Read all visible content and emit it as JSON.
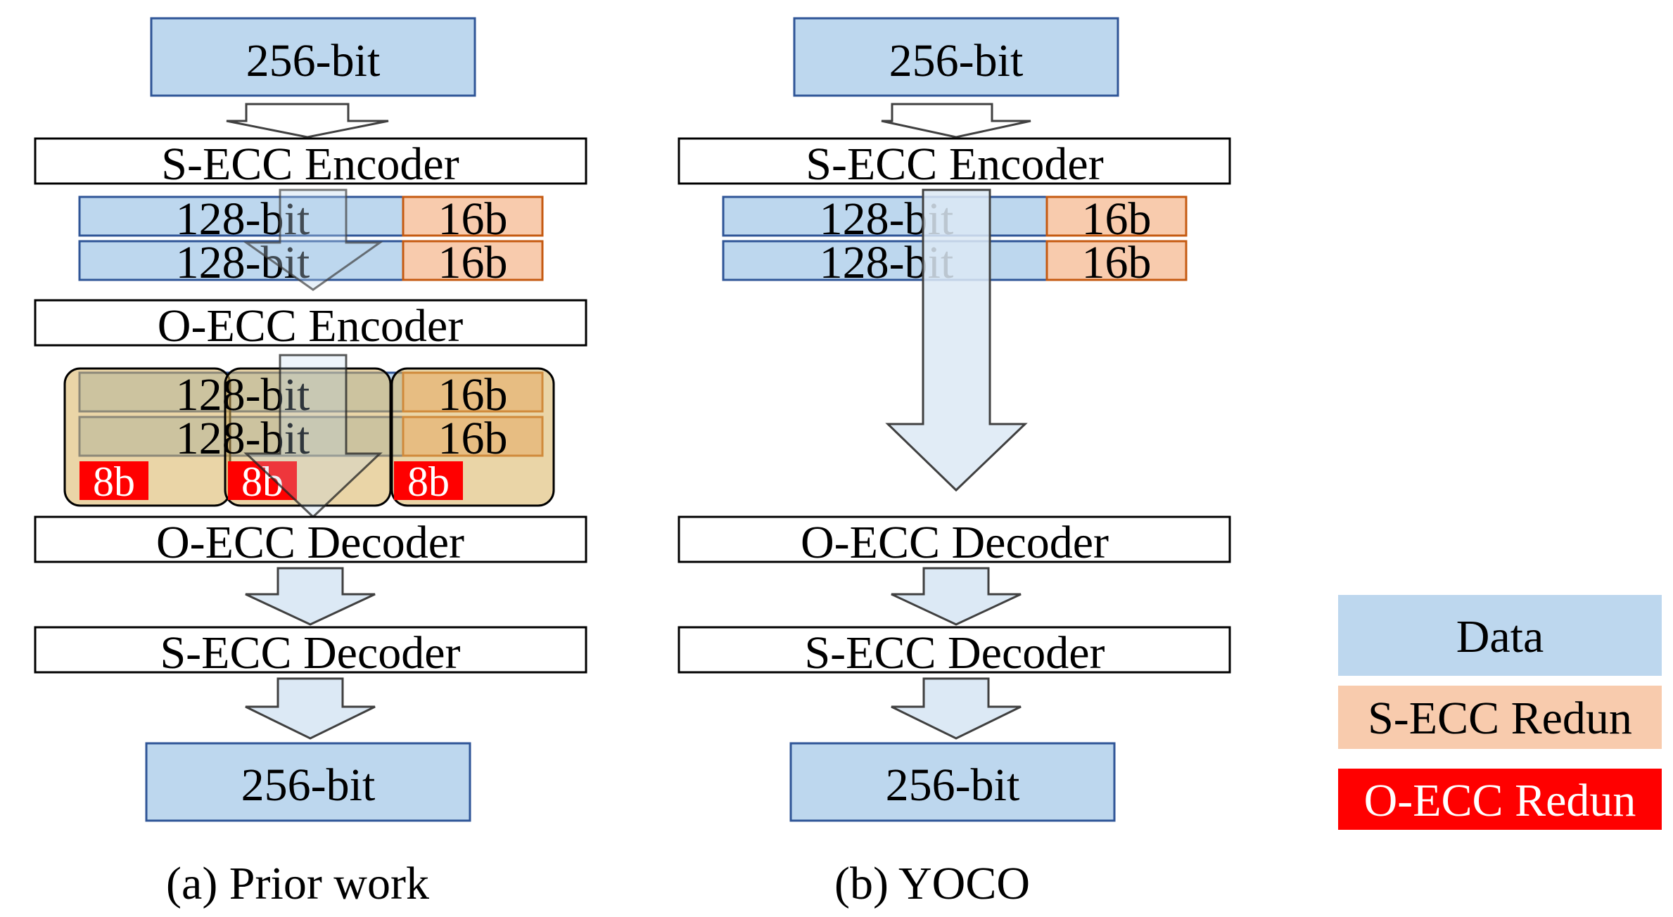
{
  "panel_a": {
    "input_label": "256-bit",
    "s_ecc_encoder": "S-ECC Encoder",
    "row1_data": "128-bit",
    "row1_redun": "16b",
    "row2_data": "128-bit",
    "row2_redun": "16b",
    "o_ecc_encoder": "O-ECC Encoder",
    "g_row1_data": "128-bit",
    "g_row1_redun": "16b",
    "g_row2_data": "128-bit",
    "g_row2_redun": "16b",
    "o_redun_1": "8b",
    "o_redun_2": "8b",
    "o_redun_3": "8b",
    "o_ecc_decoder": "O-ECC Decoder",
    "s_ecc_decoder": "S-ECC Decoder",
    "output_label": "256-bit",
    "caption": "(a) Prior work"
  },
  "panel_b": {
    "input_label": "256-bit",
    "s_ecc_encoder": "S-ECC Encoder",
    "row1_data": "128-bit",
    "row1_redun": "16b",
    "row2_data": "128-bit",
    "row2_redun": "16b",
    "o_ecc_decoder": "O-ECC Decoder",
    "s_ecc_decoder": "S-ECC Decoder",
    "output_label": "256-bit",
    "caption": "(b) YOCO"
  },
  "legend": {
    "data": "Data",
    "s_ecc_redun": "S-ECC Redun",
    "o_ecc_redun": "O-ECC Redun"
  },
  "colors": {
    "data_fill": "#bdd7ee",
    "data_stroke": "#2f5597",
    "s_redun_fill": "#f8cbad",
    "s_redun_stroke": "#c55a11",
    "o_redun_fill": "#ff0000",
    "group_fill": "#d9b25e",
    "arrow_fill": "#dce9f5"
  }
}
